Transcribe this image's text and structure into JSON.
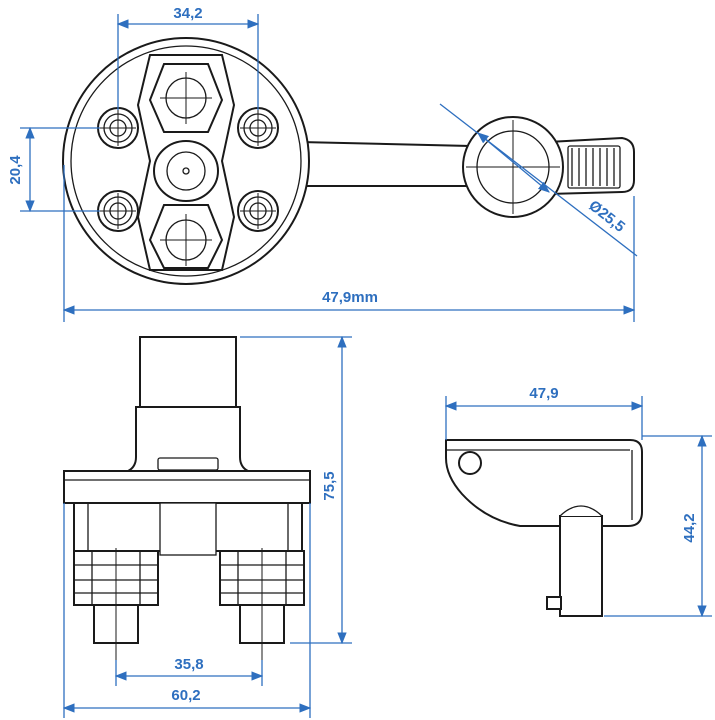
{
  "dimensions": {
    "top_width": "34,2",
    "top_pitch": "20,4",
    "top_length": "47,9mm",
    "knob_diameter": "Ø25,5",
    "front_height": "75,5",
    "front_terminal_spacing": "35,8",
    "front_width": "60,2",
    "side_width": "47,9",
    "side_height": "44,2"
  },
  "colors": {
    "dimension": "#2e6fbf",
    "outline": "#1a1a1a"
  }
}
